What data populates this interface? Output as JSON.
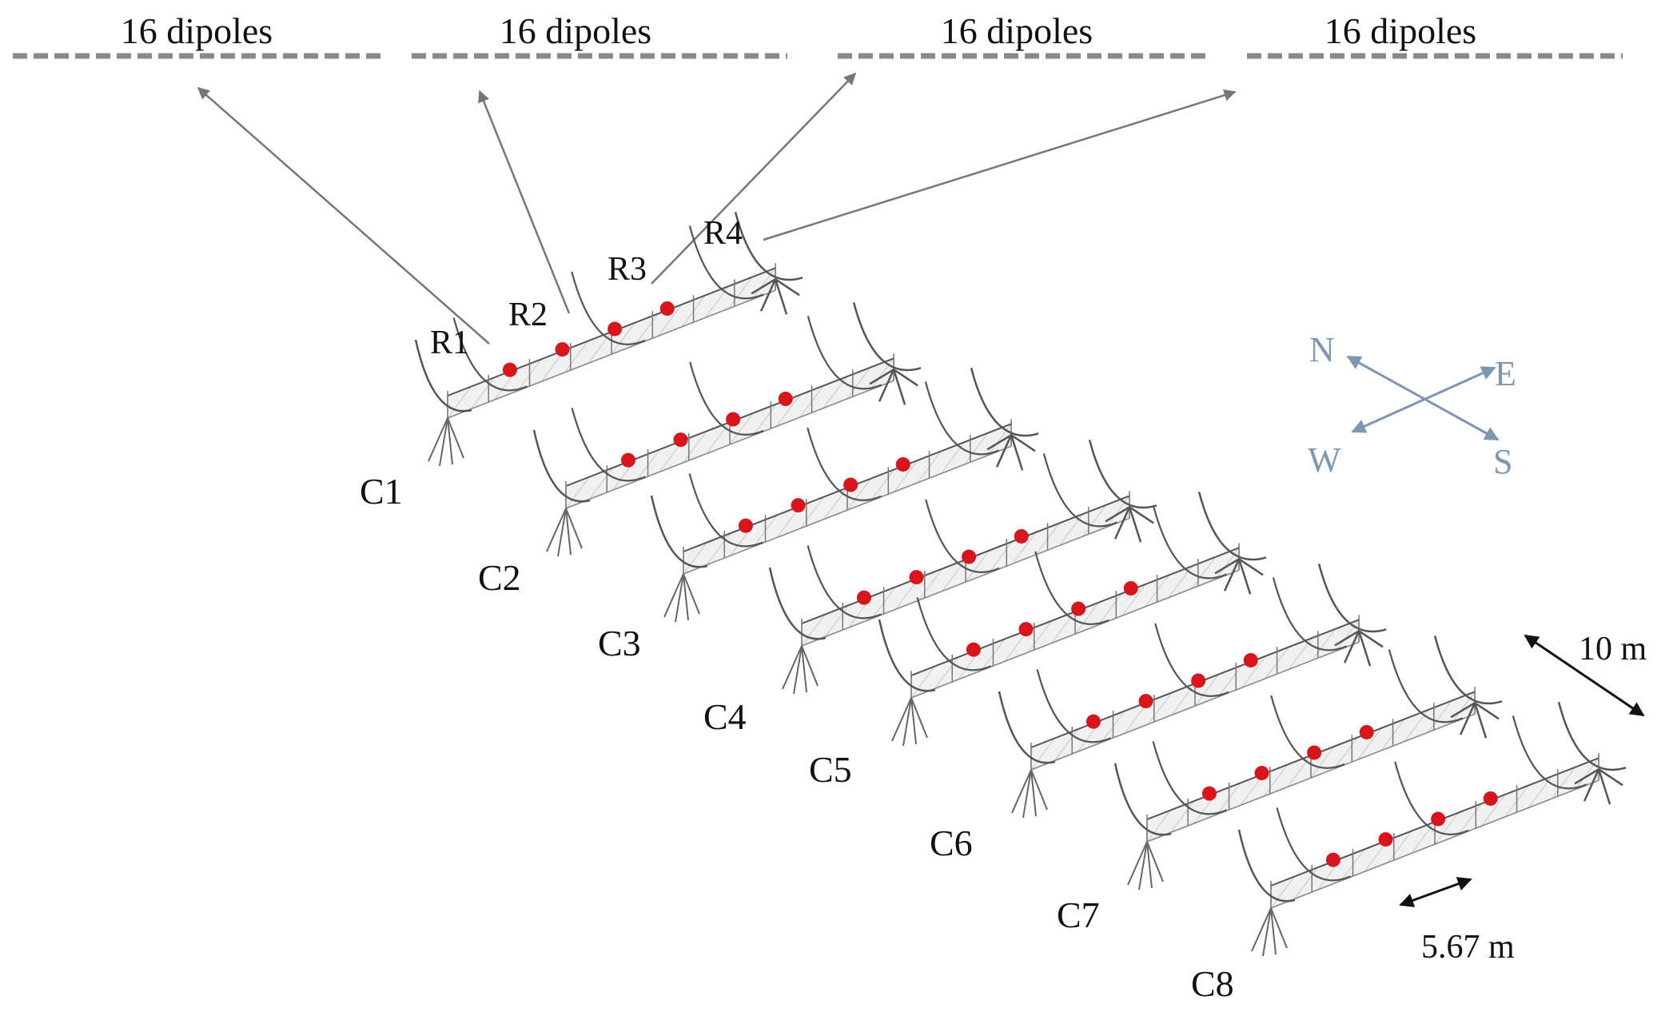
{
  "dipole_rows": [
    {
      "label": "16 dipoles",
      "receiver": "R1"
    },
    {
      "label": "16 dipoles",
      "receiver": "R2"
    },
    {
      "label": "16 dipoles",
      "receiver": "R3"
    },
    {
      "label": "16 dipoles",
      "receiver": "R4"
    }
  ],
  "receivers": [
    "R1",
    "R2",
    "R3",
    "R4"
  ],
  "cylinders": [
    "C1",
    "C2",
    "C3",
    "C4",
    "C5",
    "C6",
    "C7",
    "C8"
  ],
  "compass": {
    "north": "N",
    "east": "E",
    "west": "W",
    "south": "S",
    "color": "#7f96b0"
  },
  "dimensions": {
    "spacing": "10 m",
    "segment": "5.67 m"
  },
  "colors": {
    "feed_marker": "#d8141c",
    "structure": "#555555",
    "dipole_line": "#8a8a8a",
    "pointer": "#777777"
  }
}
